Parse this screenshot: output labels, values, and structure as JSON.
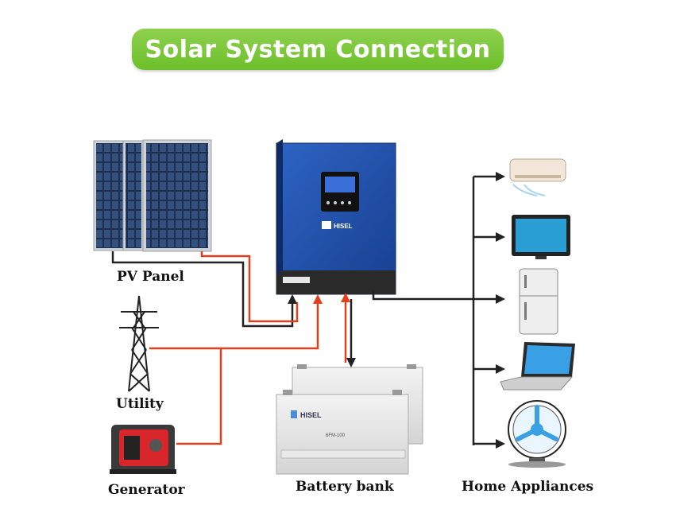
{
  "title": "Solar System Connection",
  "labels": {
    "pv_panel": "PV Panel",
    "utility": "Utility",
    "generator": "Generator",
    "battery_bank": "Battery bank",
    "home_appliances": "Home Appliances"
  },
  "inverter": {
    "brand": "HISEL"
  },
  "battery": {
    "brand": "HISEL",
    "model": "6FM-100"
  },
  "colors": {
    "title_green": "#7ac943",
    "inverter_blue": "#1f4fa8",
    "ac_line": "#e0401c",
    "dc_line": "#222222"
  }
}
